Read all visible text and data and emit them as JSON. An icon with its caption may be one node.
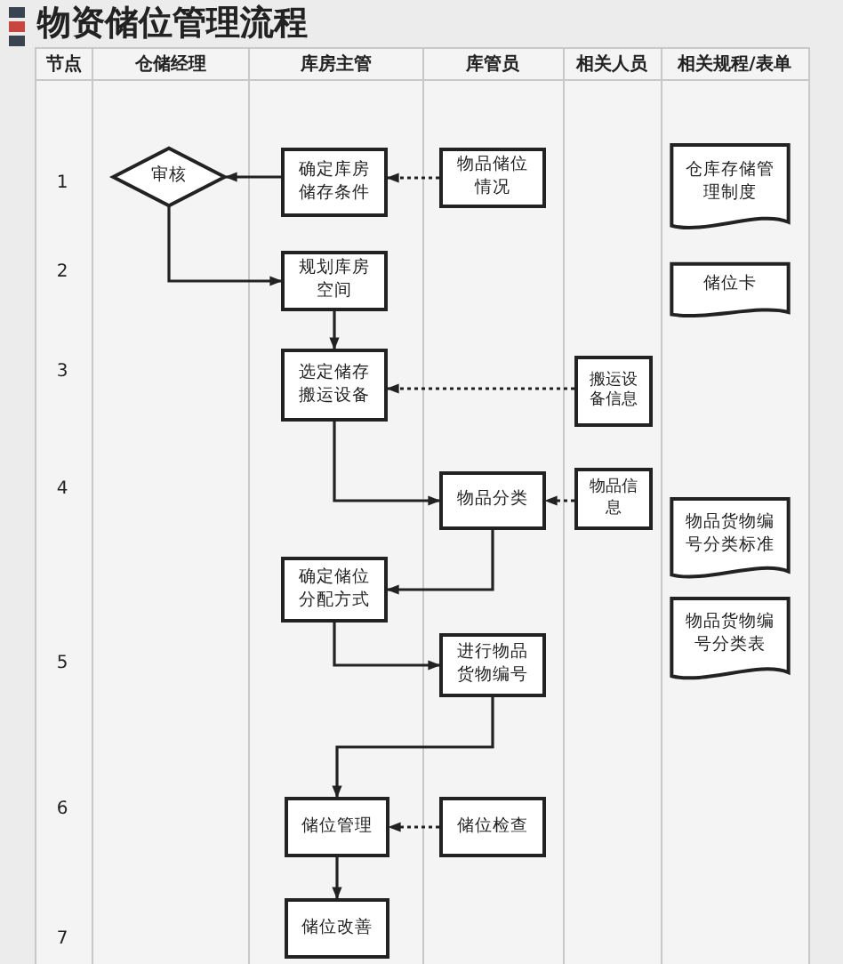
{
  "diagram": {
    "title": "物资储位管理流程",
    "nodes": [
      {
        "text": [
          "审核"
        ]
      },
      {
        "text": [
          "确定库房储存条件"
        ]
      },
      {
        "text": [
          "物品储位情况"
        ]
      },
      {
        "text": [
          "仓库存储管理制度"
        ]
      },
      {
        "text": [
          "规划库房空间"
        ]
      },
      {
        "text": [
          "储位卡"
        ]
      },
      {
        "text": [
          "选定储存搬运设备"
        ]
      },
      {
        "text": [
          "搬运设备信息"
        ]
      },
      {
        "text": [
          "物品分类"
        ]
      },
      {
        "text": [
          "物品信息"
        ]
      },
      {
        "text": [
          "物品货物编号分类标准"
        ]
      },
      {
        "text": [
          "确定储位分配方式"
        ]
      },
      {
        "text": [
          "物品货物编号分类表"
        ]
      },
      {
        "text": [
          "进行物品货物编号"
        ]
      },
      {
        "text": [
          "储位管理"
        ]
      },
      {
        "text": [
          "储位检查"
        ]
      },
      {
        "text": [
          "储位改善"
        ]
      }
    ],
    "edges": [
      {
        "from": 1,
        "to": 0,
        "arrow": "to"
      },
      {
        "from": 2,
        "to": 1,
        "arrow": "to",
        "style": "dashed"
      },
      {
        "from": 0,
        "to": 4,
        "arrow": "to"
      },
      {
        "from": 4,
        "to": 6,
        "arrow": "to"
      },
      {
        "from": 7,
        "to": 6,
        "arrow": "to",
        "style": "dashed"
      },
      {
        "from": 6,
        "to": 8,
        "arrow": "to"
      },
      {
        "from": 9,
        "to": 8,
        "arrow": "to",
        "style": "dashed"
      },
      {
        "from": 8,
        "to": 11,
        "arrow": "to"
      },
      {
        "from": 11,
        "to": 13,
        "arrow": "to"
      },
      {
        "from": 13,
        "to": 14,
        "arrow": "to"
      },
      {
        "from": 15,
        "to": 14,
        "arrow": "to",
        "style": "dashed"
      },
      {
        "from": 14,
        "to": 16,
        "arrow": "to"
      }
    ],
    "labels": [
      "节点",
      "仓储经理",
      "库房主管",
      "库管员",
      "相关人员",
      "相关规程/表单",
      "1",
      "2",
      "3",
      "4",
      "5",
      "6",
      "7"
    ]
  }
}
